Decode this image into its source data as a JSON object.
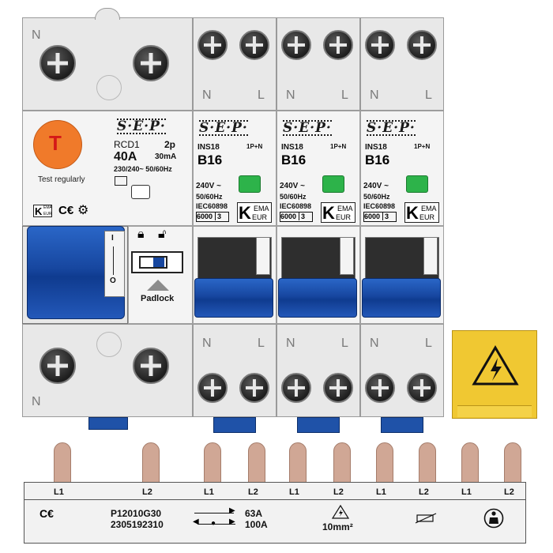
{
  "rcd": {
    "top_terminal_label": "N",
    "bottom_terminal_label": "N",
    "test_button_letter": "T",
    "test_caption": "Test regularly",
    "brand": "S·E·P·",
    "model": "RCD1",
    "poles": "2p",
    "current": "40A",
    "sensitivity": "30mA",
    "voltage": "230/240~ 50/60Hz",
    "ce_mark": "C€",
    "kema_top": "EMA",
    "kema_bottom": "EUR",
    "kema_k": "K",
    "padlock_label": "Padlock",
    "switch_on": "I",
    "switch_off": "O"
  },
  "mcbs": [
    {
      "top_n": "N",
      "top_l": "L",
      "bottom_n": "N",
      "bottom_l": "L",
      "brand": "S·E·P·",
      "model": "INS18",
      "poles": "1P+N",
      "rating": "B16",
      "voltage": "240V ~",
      "freq": "50/60Hz",
      "standard": "IEC60898",
      "class": "6000",
      "class_num": "3",
      "kema_k": "K",
      "kema_top": "EMA",
      "kema_bottom": "EUR"
    },
    {
      "top_n": "N",
      "top_l": "L",
      "bottom_n": "N",
      "bottom_l": "L",
      "brand": "S·E·P·",
      "model": "INS18",
      "poles": "1P+N",
      "rating": "B16",
      "voltage": "240V ~",
      "freq": "50/60Hz",
      "standard": "IEC60898",
      "class": "6000",
      "class_num": "3",
      "kema_k": "K",
      "kema_top": "EMA",
      "kema_bottom": "EUR"
    },
    {
      "top_n": "N",
      "top_l": "L",
      "bottom_n": "N",
      "bottom_l": "L",
      "brand": "S·E·P·",
      "model": "INS18",
      "poles": "1P+N",
      "rating": "B16",
      "voltage": "240V ~",
      "freq": "50/60Hz",
      "standard": "IEC60898",
      "class": "6000",
      "class_num": "3",
      "kema_k": "K",
      "kema_top": "EMA",
      "kema_bottom": "EUR"
    }
  ],
  "busbar": {
    "pin_labels": [
      "L1",
      "L2",
      "L1",
      "L2",
      "L1",
      "L2",
      "L1",
      "L2",
      "L1",
      "L2"
    ],
    "ce_mark": "C€",
    "part_number": "P12010G30",
    "serial": "2305192310",
    "rating_1": "63A",
    "rating_2": "100A",
    "cable_size": "10mm²"
  },
  "colors": {
    "accent_blue": "#1747a0",
    "test_orange": "#f07a2a",
    "indicator_green": "#2db34a",
    "warning_yellow": "#f0c832",
    "pin_copper": "#d0a795"
  },
  "icons": {
    "warning": "high-voltage-icon",
    "padlock": "padlock-icon",
    "manual": "read-manual-icon",
    "no_disposal": "crossed-bin-icon"
  }
}
